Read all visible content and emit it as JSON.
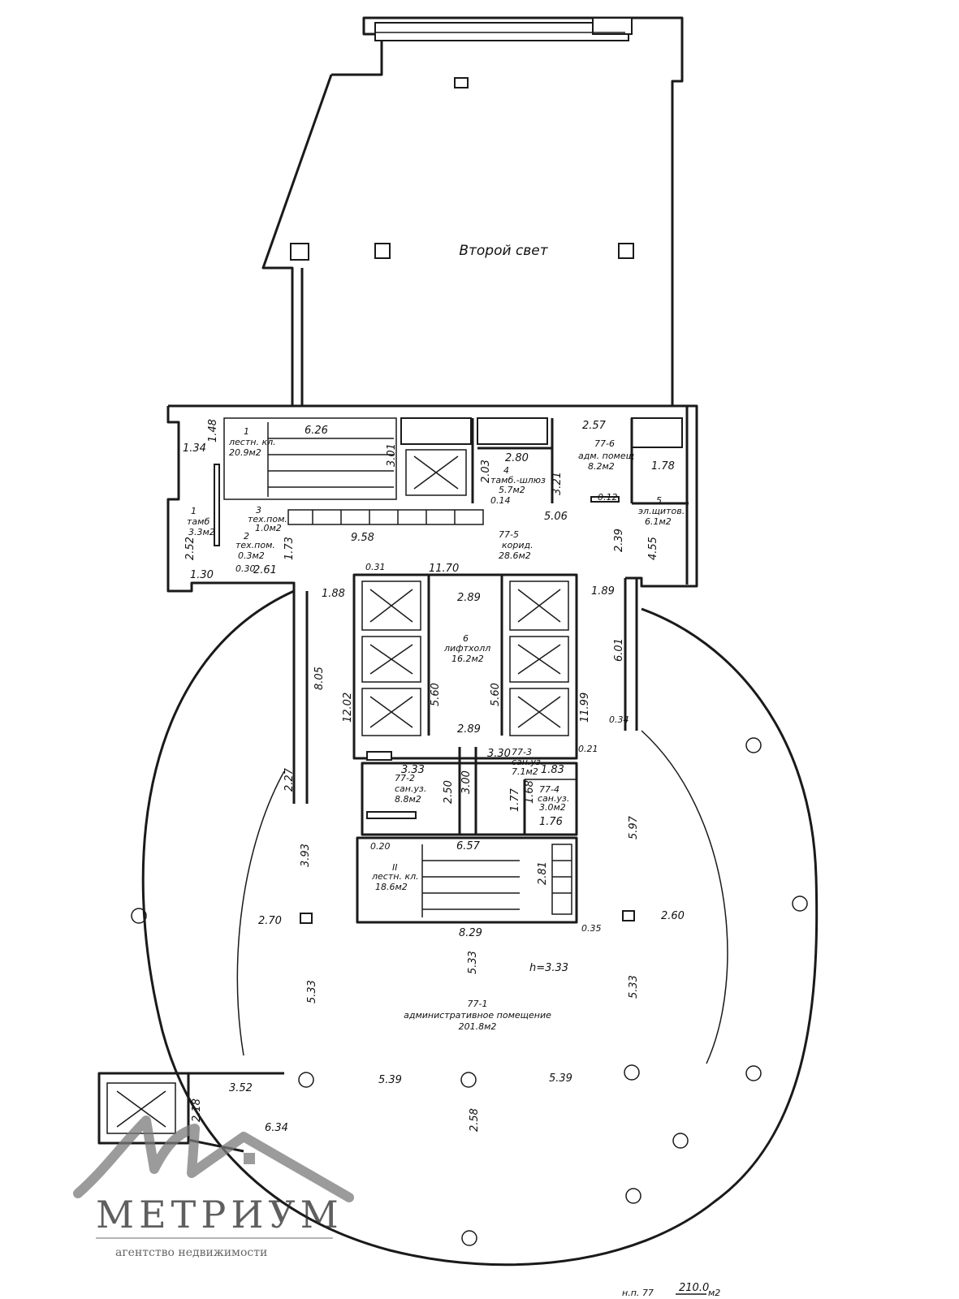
{
  "plan": {
    "second_light": "Второй свет",
    "rooms": {
      "stair1": {
        "num": "1",
        "name": "лестн. кл.",
        "area": "20.9м2"
      },
      "cloak1": {
        "num": "1",
        "name": "тамб",
        "area": "3.3м2"
      },
      "tech3": {
        "num": "3",
        "name": "тех.пом.",
        "area": "1.0м2"
      },
      "tech2": {
        "num": "2",
        "name": "тех.пом.",
        "area": "0.3м2"
      },
      "vestibule4": {
        "num": "4",
        "name": "тамб.-шлюз",
        "area": "5.7м2"
      },
      "admin6": {
        "num": "77-6",
        "name": "адм. помещ",
        "area": "8.2м2"
      },
      "panel5": {
        "num": "5",
        "name": "эл.щитов.",
        "area": "6.1м2"
      },
      "corridor5": {
        "num": "77-5",
        "name": "корид.",
        "area": "28.6м2"
      },
      "lifthall6": {
        "num": "6",
        "name": "лифтхолл",
        "area": "16.2м2"
      },
      "wc3": {
        "num": "77-3",
        "name": "сан.уз.",
        "area": "7.1м2"
      },
      "wc2": {
        "num": "77-2",
        "name": "сан.уз.",
        "area": "8.8м2"
      },
      "wc4": {
        "num": "77-4",
        "name": "сан.уз.",
        "area": "3.0м2"
      },
      "stair2": {
        "num": "II",
        "name": "лестн. кл.",
        "area": "18.6м2"
      },
      "admin1": {
        "num": "77-1",
        "name": "административное помещение",
        "area": "201.8м2"
      }
    },
    "height": "h=3.33",
    "total": "210.0",
    "total_prefix": "н.п. 77",
    "total_unit": "м2",
    "dims": {
      "d626": "6.26",
      "d301": "3.01",
      "d280": "2.80",
      "d257": "2.57",
      "d178": "1.78",
      "d203": "2.03",
      "d321": "3.21",
      "d014": "0.14",
      "d012": "0.12",
      "d506": "5.06",
      "d134": "1.34",
      "d148": "1.48",
      "d252": "2.52",
      "d173": "1.73",
      "d958": "9.58",
      "d239": "2.39",
      "d455": "4.55",
      "d030": "0.30",
      "d261": "2.61",
      "d130": "1.30",
      "d031": "0.31",
      "d1170": "11.70",
      "d188": "1.88",
      "d189": "1.89",
      "d289a": "2.89",
      "d289b": "2.89",
      "d560a": "5.60",
      "d560b": "5.60",
      "d805": "8.05",
      "d1202": "12.02",
      "d1199": "11.99",
      "d601": "6.01",
      "d034": "0.34",
      "d021": "0.21",
      "d333": "3.33",
      "d330": "3.30",
      "d183": "1.83",
      "d250": "2.50",
      "d300": "3.00",
      "d177": "1.77",
      "d168": "1.68",
      "d176": "1.76",
      "d227": "2.27",
      "d393": "3.93",
      "d597": "5.97",
      "d020": "0.20",
      "d657": "6.57",
      "d281": "2.81",
      "d829": "8.29",
      "d035": "0.35",
      "d270": "2.70",
      "d260": "2.60",
      "d533a": "5.33",
      "d533b": "5.33",
      "d533c": "5.33",
      "d539a": "5.39",
      "d539b": "5.39",
      "d352": "3.52",
      "d218": "2.18",
      "d634": "6.34",
      "d258": "2.58"
    }
  },
  "watermark": {
    "brand": "МЕТРИУМ",
    "tagline": "агентство недвижимости"
  },
  "colors": {
    "line": "#1a1a1a",
    "background": "#ffffff",
    "watermark": "#7a7a7a"
  }
}
